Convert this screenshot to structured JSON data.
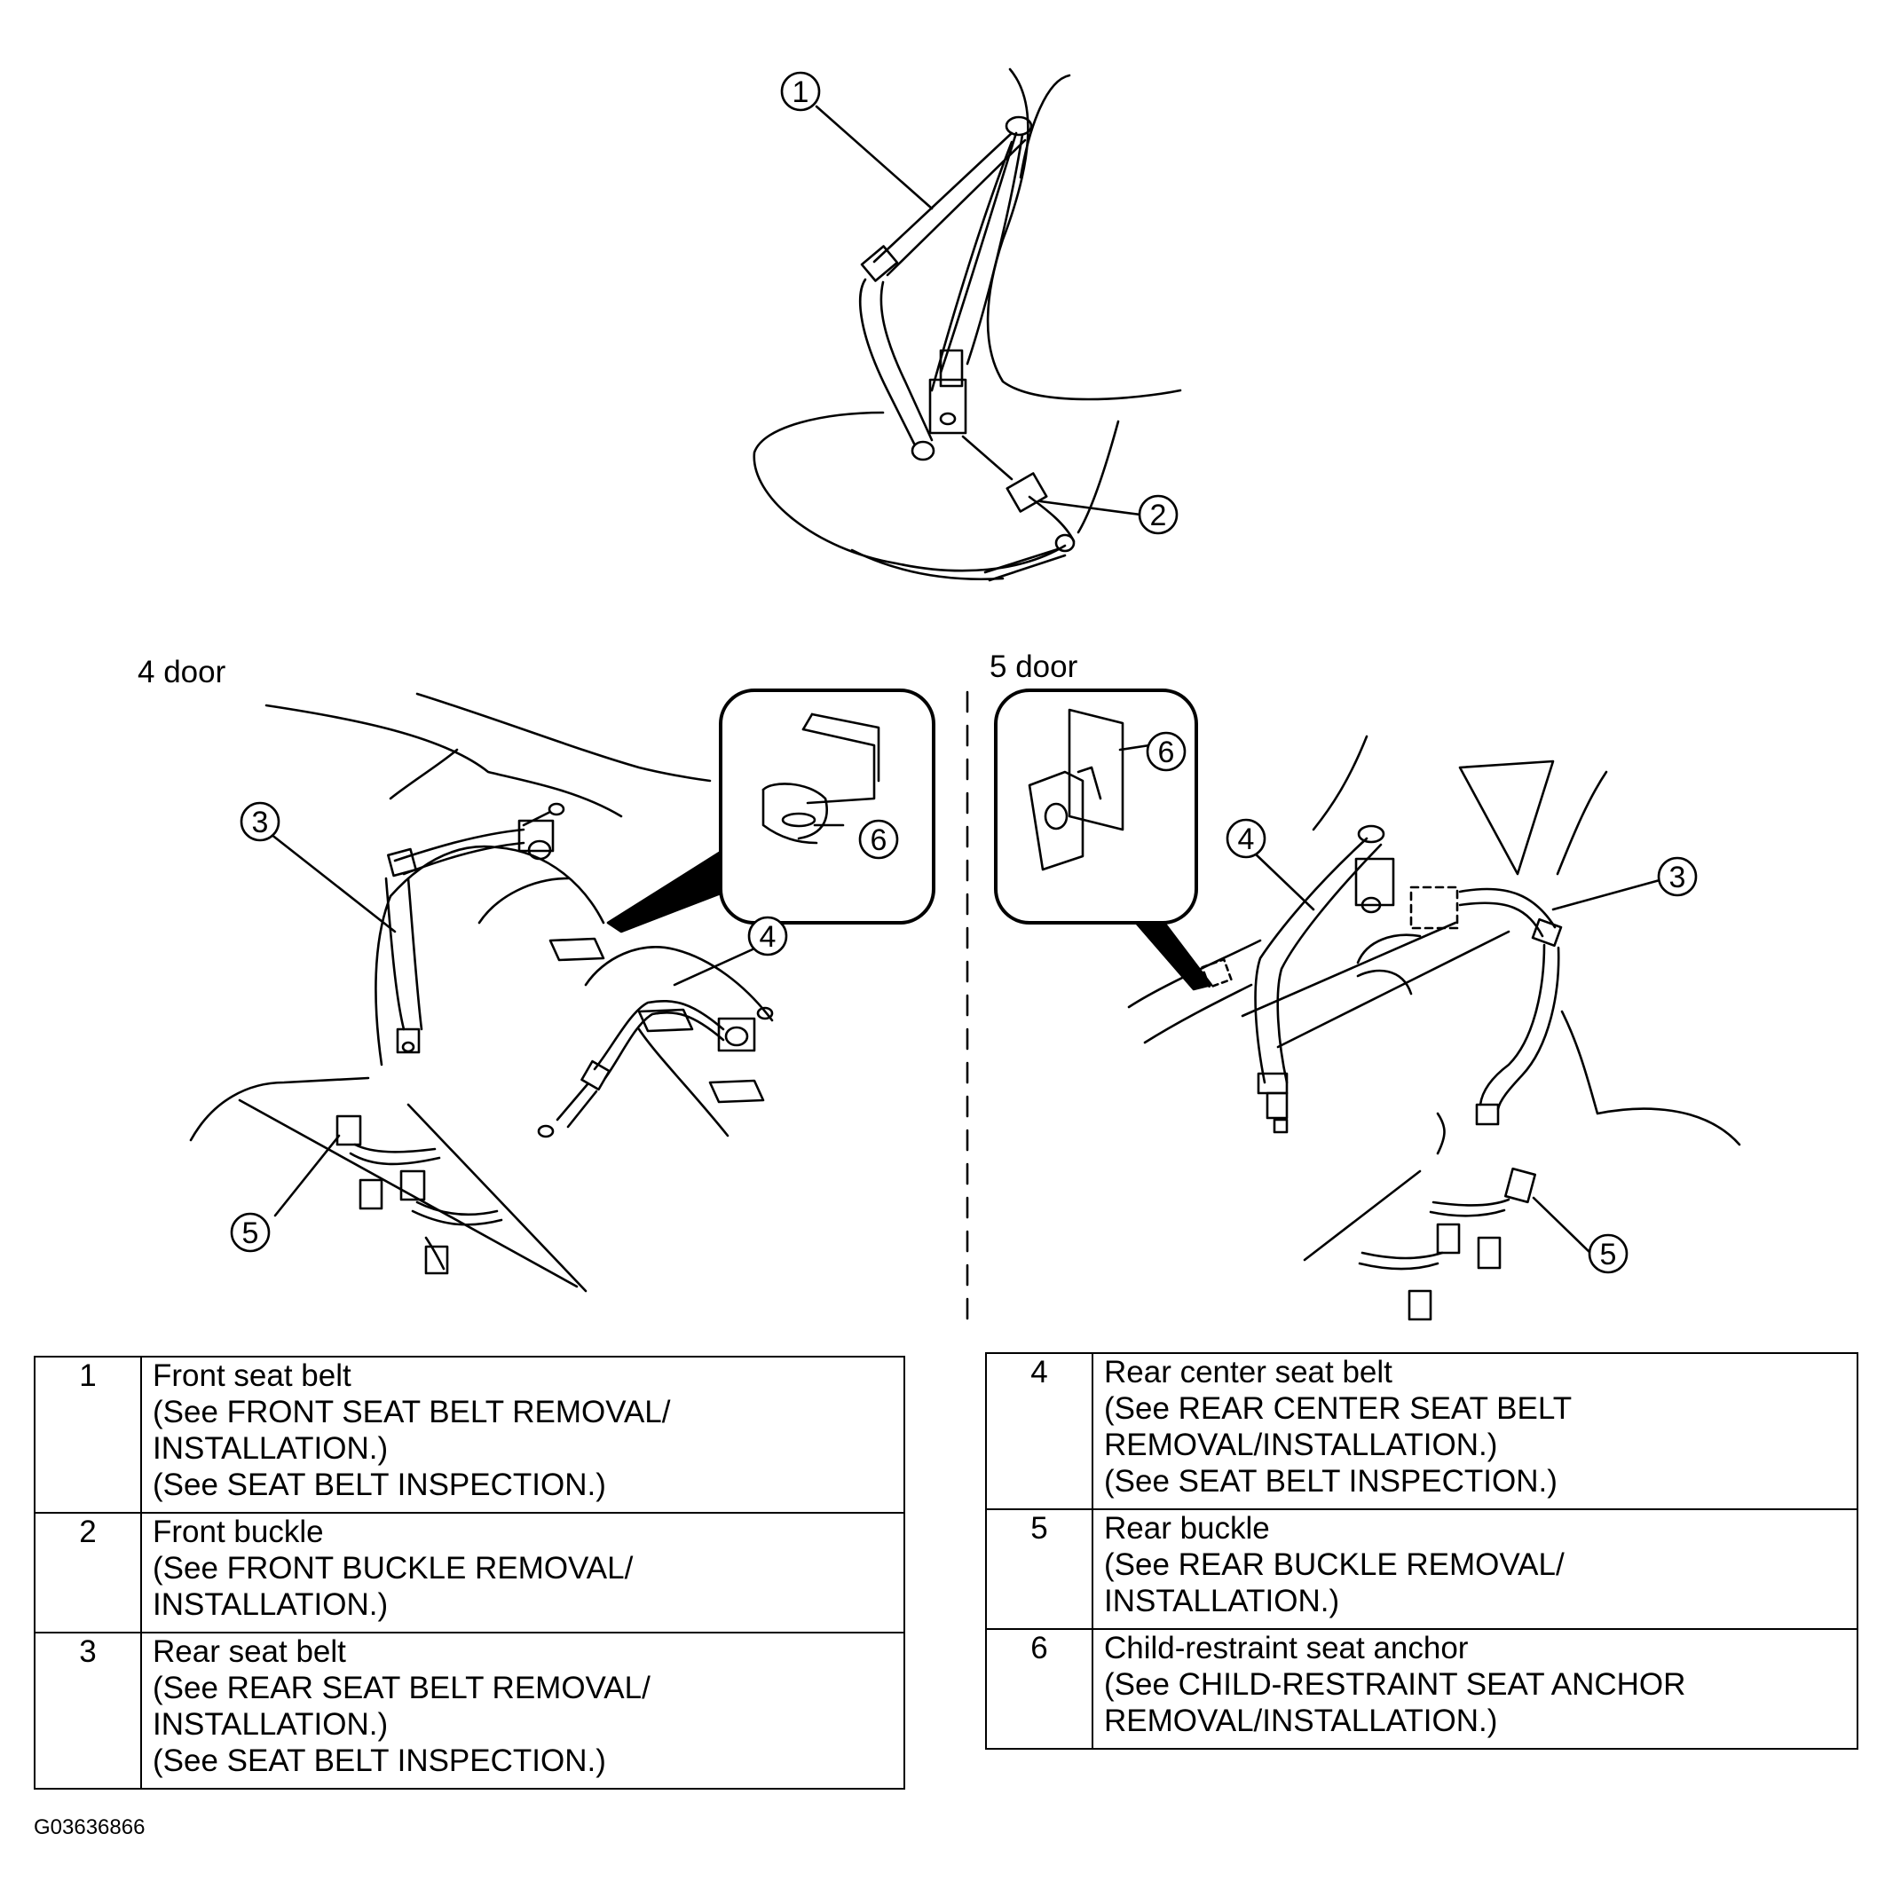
{
  "sections": {
    "left_label": "4 door",
    "right_label": "5 door"
  },
  "callouts": {
    "front_belt": "1",
    "front_buckle": "2",
    "rear_belt_4d": "3",
    "rear_center_belt_4d": "4",
    "rear_buckle_4d": "5",
    "anchor_4d": "6",
    "rear_belt_5d": "3",
    "rear_center_belt_5d": "4",
    "rear_buckle_5d": "5",
    "anchor_5d": "6"
  },
  "legend_left": [
    {
      "num": "1",
      "lines": [
        "Front seat belt",
        "(See FRONT SEAT BELT REMOVAL/",
        "INSTALLATION.)",
        "(See SEAT BELT INSPECTION.)"
      ]
    },
    {
      "num": "2",
      "lines": [
        "Front buckle",
        "(See FRONT BUCKLE REMOVAL/",
        "INSTALLATION.)"
      ]
    },
    {
      "num": "3",
      "lines": [
        "Rear seat belt",
        "(See REAR SEAT BELT REMOVAL/",
        "INSTALLATION.)",
        "(See SEAT BELT INSPECTION.)"
      ]
    }
  ],
  "legend_right": [
    {
      "num": "4",
      "lines": [
        "Rear center seat belt",
        "(See REAR CENTER SEAT BELT",
        "REMOVAL/INSTALLATION.)",
        "(See SEAT BELT INSPECTION.)"
      ]
    },
    {
      "num": "5",
      "lines": [
        "Rear buckle",
        "(See REAR BUCKLE REMOVAL/",
        "INSTALLATION.)"
      ]
    },
    {
      "num": "6",
      "lines": [
        "Child-restraint seat anchor",
        "(See CHILD-RESTRAINT SEAT ANCHOR",
        "REMOVAL/INSTALLATION.)"
      ]
    }
  ],
  "figure_id": "G03636866"
}
